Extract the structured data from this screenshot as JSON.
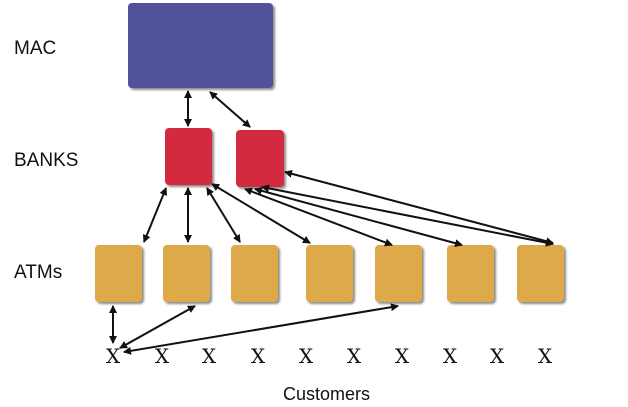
{
  "labels": {
    "mac": "MAC",
    "banks": "BANKS",
    "atms": "ATMs",
    "customers": "Customers"
  },
  "customer_mark": "X",
  "colors": {
    "mac": "#52529a",
    "bank": "#d42a40",
    "atm": "#dea948",
    "arrow": "#111111"
  },
  "counts": {
    "banks": 2,
    "atms": 7,
    "customers": 10
  }
}
